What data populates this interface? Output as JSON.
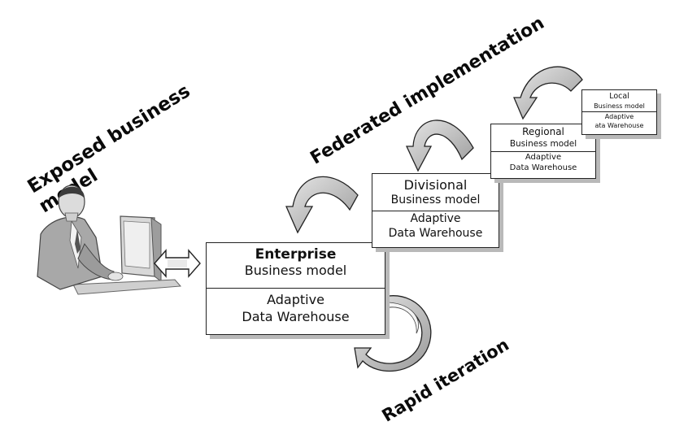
{
  "captions": {
    "exposed_line1": "Exposed business",
    "exposed_line2": "model",
    "federated": "Federated implementation",
    "rapid": "Rapid iteration"
  },
  "boxes": {
    "enterprise": {
      "title": "Enterprise",
      "subtitle": "Business model",
      "line3": "Adaptive",
      "line4": "Data Warehouse"
    },
    "divisional": {
      "title": "Divisional",
      "subtitle": "Business model",
      "line3": "Adaptive",
      "line4": "Data Warehouse"
    },
    "regional": {
      "title": "Regional",
      "subtitle": "Business model",
      "line3": "Adaptive",
      "line4": "Data Warehouse"
    },
    "local": {
      "title": "Local",
      "subtitle": "Business model",
      "line3": "Adaptive",
      "line4": "ata Warehouse"
    }
  },
  "icons": {
    "user": "businessman-at-computer-icon",
    "exchange": "double-arrow-icon",
    "flow": "curved-arrow-icon",
    "cycle": "circular-arrow-icon"
  },
  "colors": {
    "box_border": "#222222",
    "box_shadow": "#b9b9b9",
    "arrow_fill": "#bdbdbd",
    "text": "#0a0a0a"
  }
}
